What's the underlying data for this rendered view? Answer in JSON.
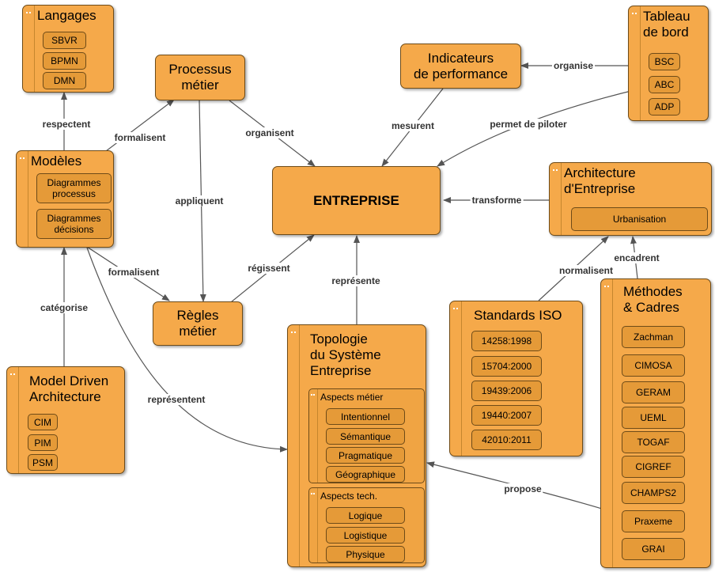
{
  "nodes": {
    "langages": {
      "title": "Langages",
      "items": [
        "SBVR",
        "BPMN",
        "DMN"
      ]
    },
    "processus": {
      "title": "Processus\nmétier"
    },
    "indicateurs": {
      "title": "Indicateurs\nde performance"
    },
    "tableau": {
      "title": "Tableau\nde bord",
      "items": [
        "BSC",
        "ABC",
        "ADP"
      ]
    },
    "modeles": {
      "title": "Modèles",
      "items": [
        "Diagrammes\nprocessus",
        "Diagrammes\ndécisions"
      ]
    },
    "entreprise": {
      "title": "ENTREPRISE"
    },
    "architecture": {
      "title": "Architecture\nd'Entreprise",
      "items": [
        "Urbanisation"
      ]
    },
    "regles": {
      "title": "Règles\nmétier"
    },
    "topologie": {
      "title": "Topologie\ndu Système\nEntreprise",
      "groups": [
        {
          "title": "Aspects métier",
          "items": [
            "Intentionnel",
            "Sémantique",
            "Pragmatique",
            "Géographique"
          ]
        },
        {
          "title": "Aspects tech.",
          "items": [
            "Logique",
            "Logistique",
            "Physique"
          ]
        }
      ]
    },
    "standards": {
      "title": "Standards ISO",
      "items": [
        "14258:1998",
        "15704:2000",
        "19439:2006",
        "19440:2007",
        "42010:2011"
      ]
    },
    "methodes": {
      "title": "Méthodes\n& Cadres",
      "items": [
        "Zachman",
        "CIMOSA",
        "GERAM",
        "UEML",
        "TOGAF",
        "CIGREF",
        "CHAMPS2",
        "Praxeme",
        "GRAI"
      ]
    },
    "mda": {
      "title": "Model Driven\nArchitecture",
      "items": [
        "CIM",
        "PIM",
        "PSM"
      ]
    }
  },
  "edges": [
    {
      "id": "respectent",
      "label": "respectent"
    },
    {
      "id": "formalisent-processus",
      "label": "formalisent"
    },
    {
      "id": "organisent",
      "label": "organisent"
    },
    {
      "id": "appliquent",
      "label": "appliquent"
    },
    {
      "id": "mesurent",
      "label": "mesurent"
    },
    {
      "id": "organise",
      "label": "organise"
    },
    {
      "id": "permet-de-piloter",
      "label": "permet de piloter"
    },
    {
      "id": "transforme",
      "label": "transforme"
    },
    {
      "id": "formalisent-regles",
      "label": "formalisent"
    },
    {
      "id": "regissent",
      "label": "régissent"
    },
    {
      "id": "represente",
      "label": "représente"
    },
    {
      "id": "normalisent",
      "label": "normalisent"
    },
    {
      "id": "encadrent",
      "label": "encadrent"
    },
    {
      "id": "categorise",
      "label": "catégorise"
    },
    {
      "id": "representent",
      "label": "représentent"
    },
    {
      "id": "propose",
      "label": "propose"
    }
  ],
  "colors": {
    "node_fill": "#f5a94a",
    "chip_fill": "#e59a38",
    "border": "#6e4b18",
    "edge": "#555555"
  }
}
